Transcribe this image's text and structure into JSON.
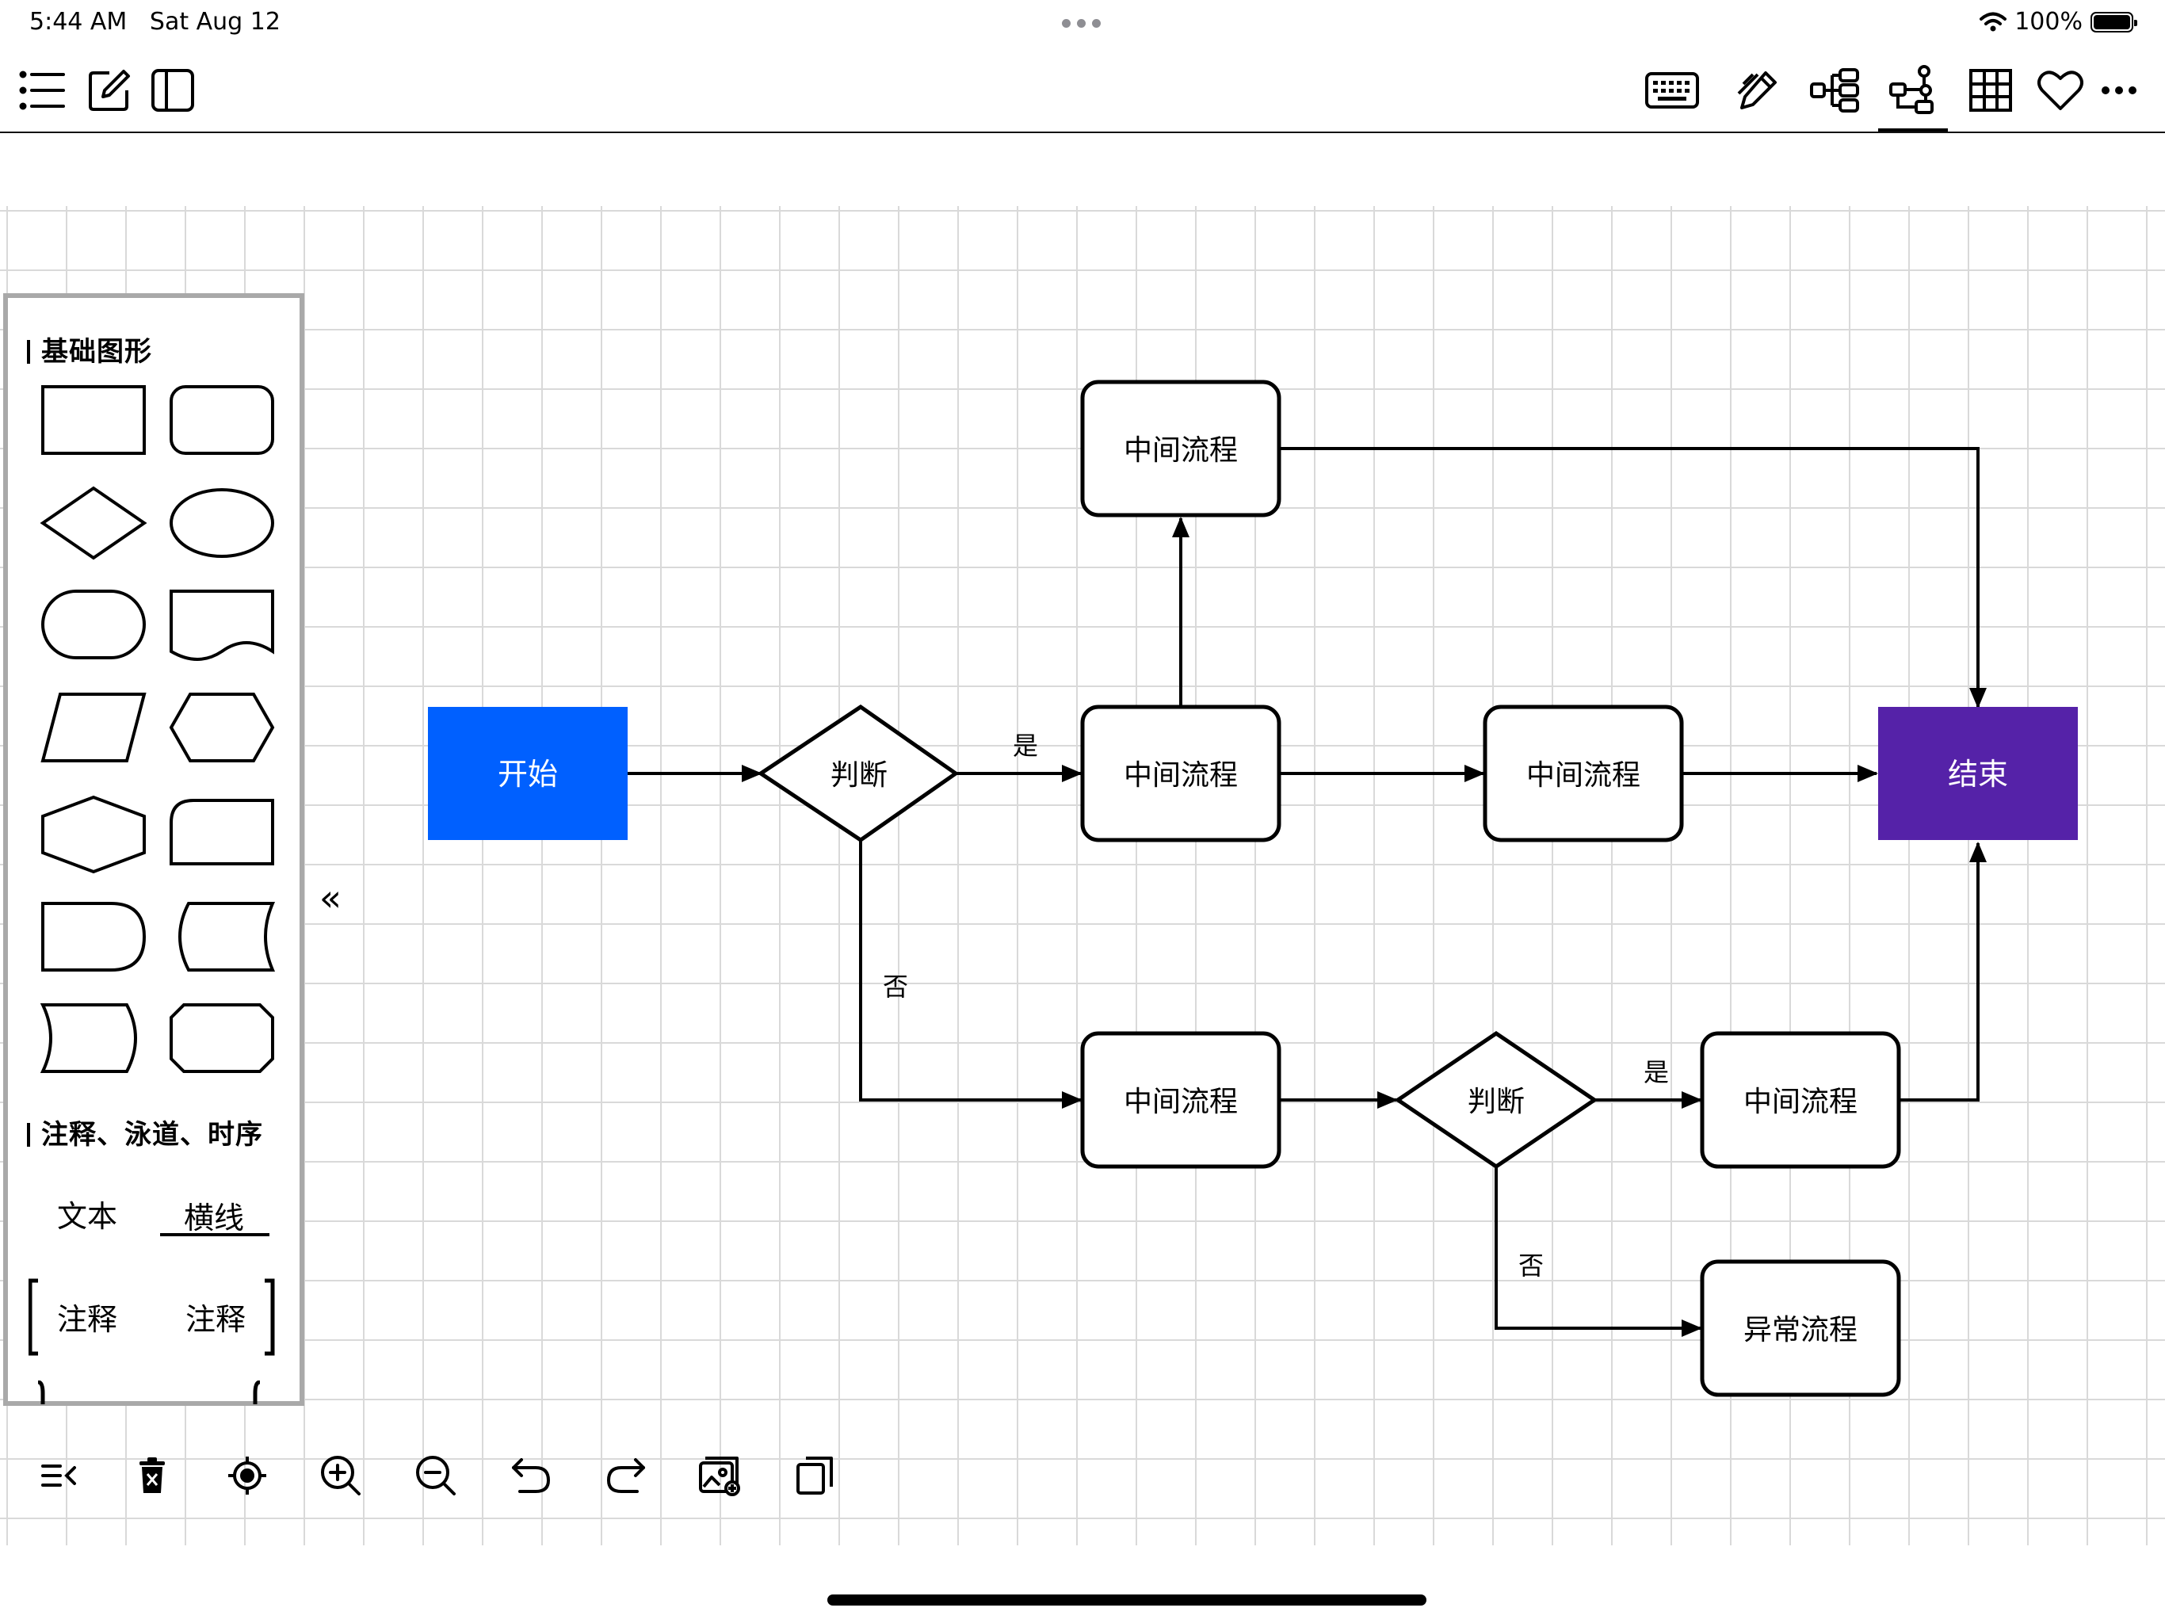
{
  "status_bar": {
    "time": "5:44 AM",
    "date": "Sat Aug 12",
    "battery": "100%"
  },
  "toolbar": {
    "left_icons": [
      "list-icon",
      "edit-icon",
      "sidebar-icon"
    ],
    "right_icons": [
      "keyboard-icon",
      "pen-icon",
      "mindmap-icon",
      "flowchart-icon",
      "table-icon",
      "heart-icon",
      "more-icon"
    ],
    "active": "flowchart-icon"
  },
  "palette": {
    "section_basic": "基础图形",
    "section_annot": "注释、泳道、时序",
    "text_label": "文本",
    "hline_label": "横线",
    "annot_left": "注释",
    "annot_right": "注释"
  },
  "diagram": {
    "start": "开始",
    "decision1": "判断",
    "yes1": "是",
    "no1": "否",
    "process_top": "中间流程",
    "process_mid": "中间流程",
    "process_mid2": "中间流程",
    "end": "结束",
    "process_bottom": "中间流程",
    "decision2": "判断",
    "yes2": "是",
    "no2": "否",
    "process_bottom2": "中间流程",
    "exception": "异常流程",
    "colors": {
      "start": "#0060ff",
      "end": "#5522a8"
    }
  },
  "bottom_toolbar": [
    "menu-collapse-icon",
    "delete-icon",
    "locate-icon",
    "zoom-in-icon",
    "zoom-out-icon",
    "undo-icon",
    "redo-icon",
    "image-export-icon",
    "copy-icon"
  ]
}
